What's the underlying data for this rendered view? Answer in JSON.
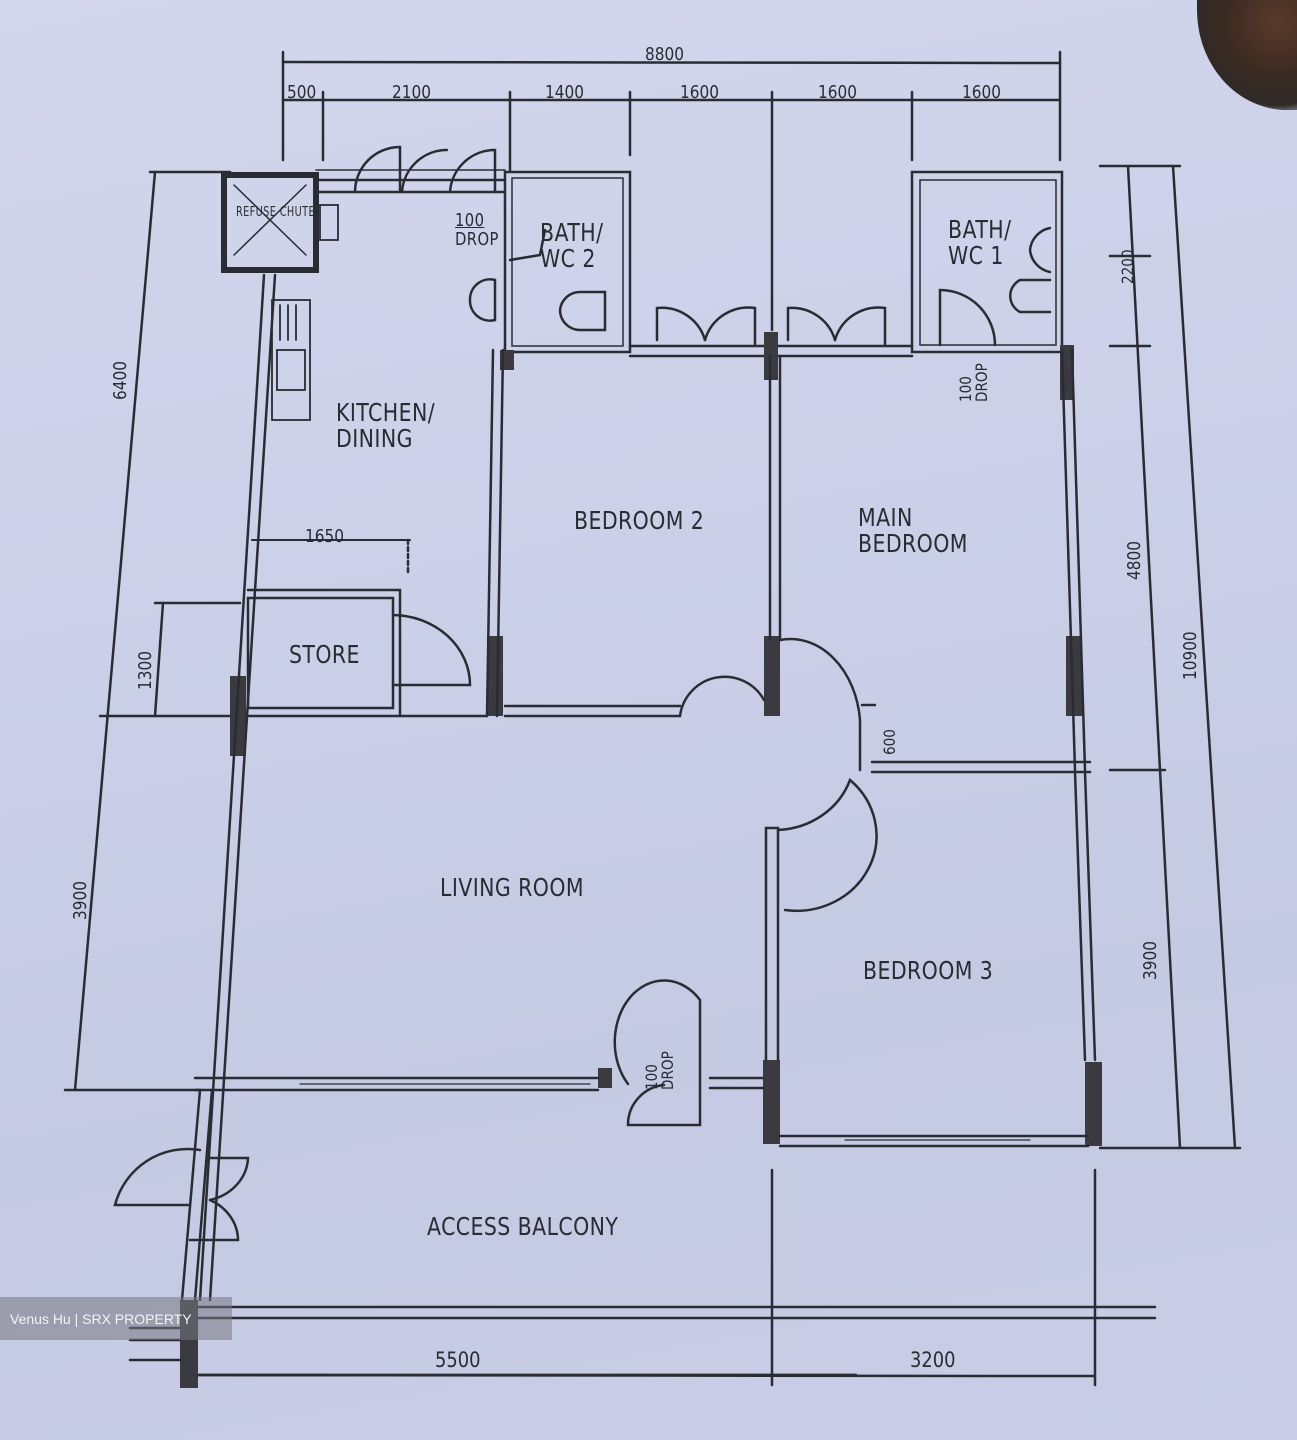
{
  "rooms": {
    "refuse_chute": "REFUSE CHUTE",
    "kitchen_dining": [
      "KITCHEN/",
      "DINING"
    ],
    "bath_wc_2": [
      "BATH/",
      "WC 2"
    ],
    "bath_wc_1": [
      "BATH/",
      "WC 1"
    ],
    "bedroom_2": "BEDROOM 2",
    "main_bedroom": [
      "MAIN",
      "BEDROOM"
    ],
    "store": "STORE",
    "living_room": "LIVING ROOM",
    "bedroom_3": "BEDROOM 3",
    "access_balcony": "ACCESS BALCONY"
  },
  "drops": {
    "kitchen_drop": [
      "100",
      "DROP"
    ],
    "wc1_drop": [
      "100",
      "DROP"
    ],
    "living_drop": [
      "100",
      "DROP"
    ]
  },
  "dimensions": {
    "top_total": "8800",
    "top_segments": [
      "500",
      "2100",
      "1400",
      "1600",
      "1600",
      "1600"
    ],
    "left_upper": "6400",
    "left_store": "1300",
    "left_lower": "3900",
    "right_top": "2200",
    "right_middle": "4800",
    "right_lower": "3900",
    "right_total": "10900",
    "store_width": "1650",
    "corridor": "600",
    "bottom_left": "5500",
    "bottom_right": "3200"
  },
  "watermark": "Venus Hu | SRX PROPERTY",
  "colors": {
    "paper": "#ccd0e8",
    "ink": "#2a2c33",
    "wall_fill": "#3a3a40"
  }
}
